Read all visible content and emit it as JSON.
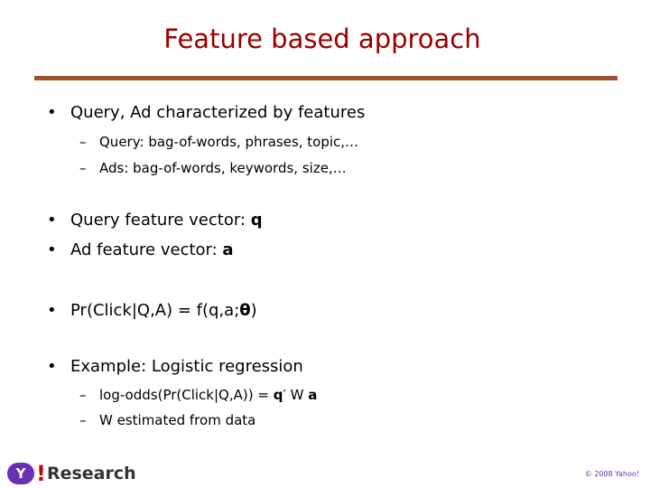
{
  "title": "Feature based approach",
  "colors": {
    "title": "#990000",
    "rule": "#a0522d",
    "logo": "#6b2fb3",
    "logo_accent": "#cc0000"
  },
  "bullet_symbol": "•",
  "dash_symbol": "–",
  "items": {
    "b1": "Query, Ad characterized by features",
    "b1_s1": "Query: bag-of-words, phrases, topic,…",
    "b1_s2": "Ads: bag-of-words, keywords, size,…",
    "b2_text": "Query feature vector: ",
    "b2_var": "q",
    "b3_text": "Ad feature vector: ",
    "b3_var": "a",
    "b4_text": "Pr(Click|Q,A) = f(q,a;",
    "b4_theta": "θ",
    "b4_end": ")",
    "b5": "Example: Logistic regression",
    "b5_s1_text": "log-odds(Pr(Click|Q,A)) = ",
    "b5_s1_q": "q",
    "b5_s1_mid": "′ W ",
    "b5_s1_a": "a",
    "b5_s2": "W estimated from data"
  },
  "footer": {
    "logo_letter": "Y",
    "logo_excl": "!",
    "logo_text": "Research",
    "copyright": "© 2008 Yahoo!"
  }
}
